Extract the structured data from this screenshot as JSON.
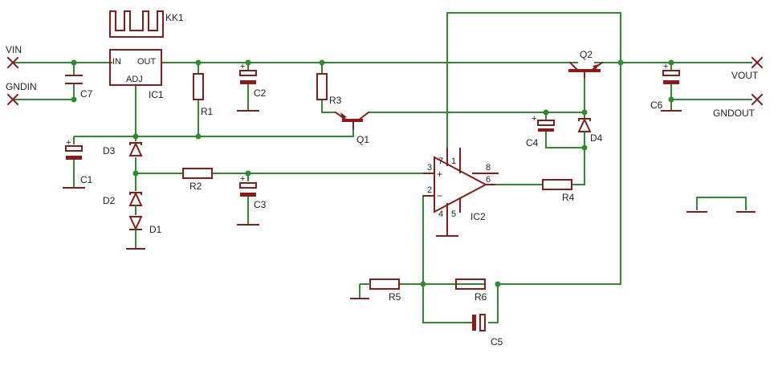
{
  "colors": {
    "symbol": "#8b1a1a",
    "wire": "#2e8b2e",
    "text": "#222222",
    "background": "#ffffff"
  },
  "nets": {
    "vin": "VIN",
    "gndin": "GNDIN",
    "vout": "VOUT",
    "gndout": "GNDOUT"
  },
  "heatsink": "KK1",
  "ic1": {
    "name": "IC1",
    "in": "IN",
    "out": "OUT",
    "adj": "ADJ"
  },
  "ic2": {
    "name": "IC2",
    "pin_plus": "3",
    "pin_minus": "2",
    "pin_out": "6",
    "pin_1": "1",
    "pin_7": "7",
    "pin_8": "8",
    "pin_4": "4",
    "pin_5": "5",
    "plus_sign": "+",
    "minus_sign": "−"
  },
  "resistors": {
    "r1": "R1",
    "r2": "R2",
    "r3": "R3",
    "r4": "R4",
    "r5": "R5",
    "r6": "R6"
  },
  "capacitors": {
    "c1": "C1",
    "c2": "C2",
    "c3": "C3",
    "c4": "C4",
    "c5": "C5",
    "c6": "C6",
    "c7": "C7"
  },
  "diodes": {
    "d1": "D1",
    "d2": "D2",
    "d3": "D3",
    "d4": "D4"
  },
  "transistors": {
    "q1": "Q1",
    "q2": "Q2"
  },
  "polarity_mark": "+"
}
